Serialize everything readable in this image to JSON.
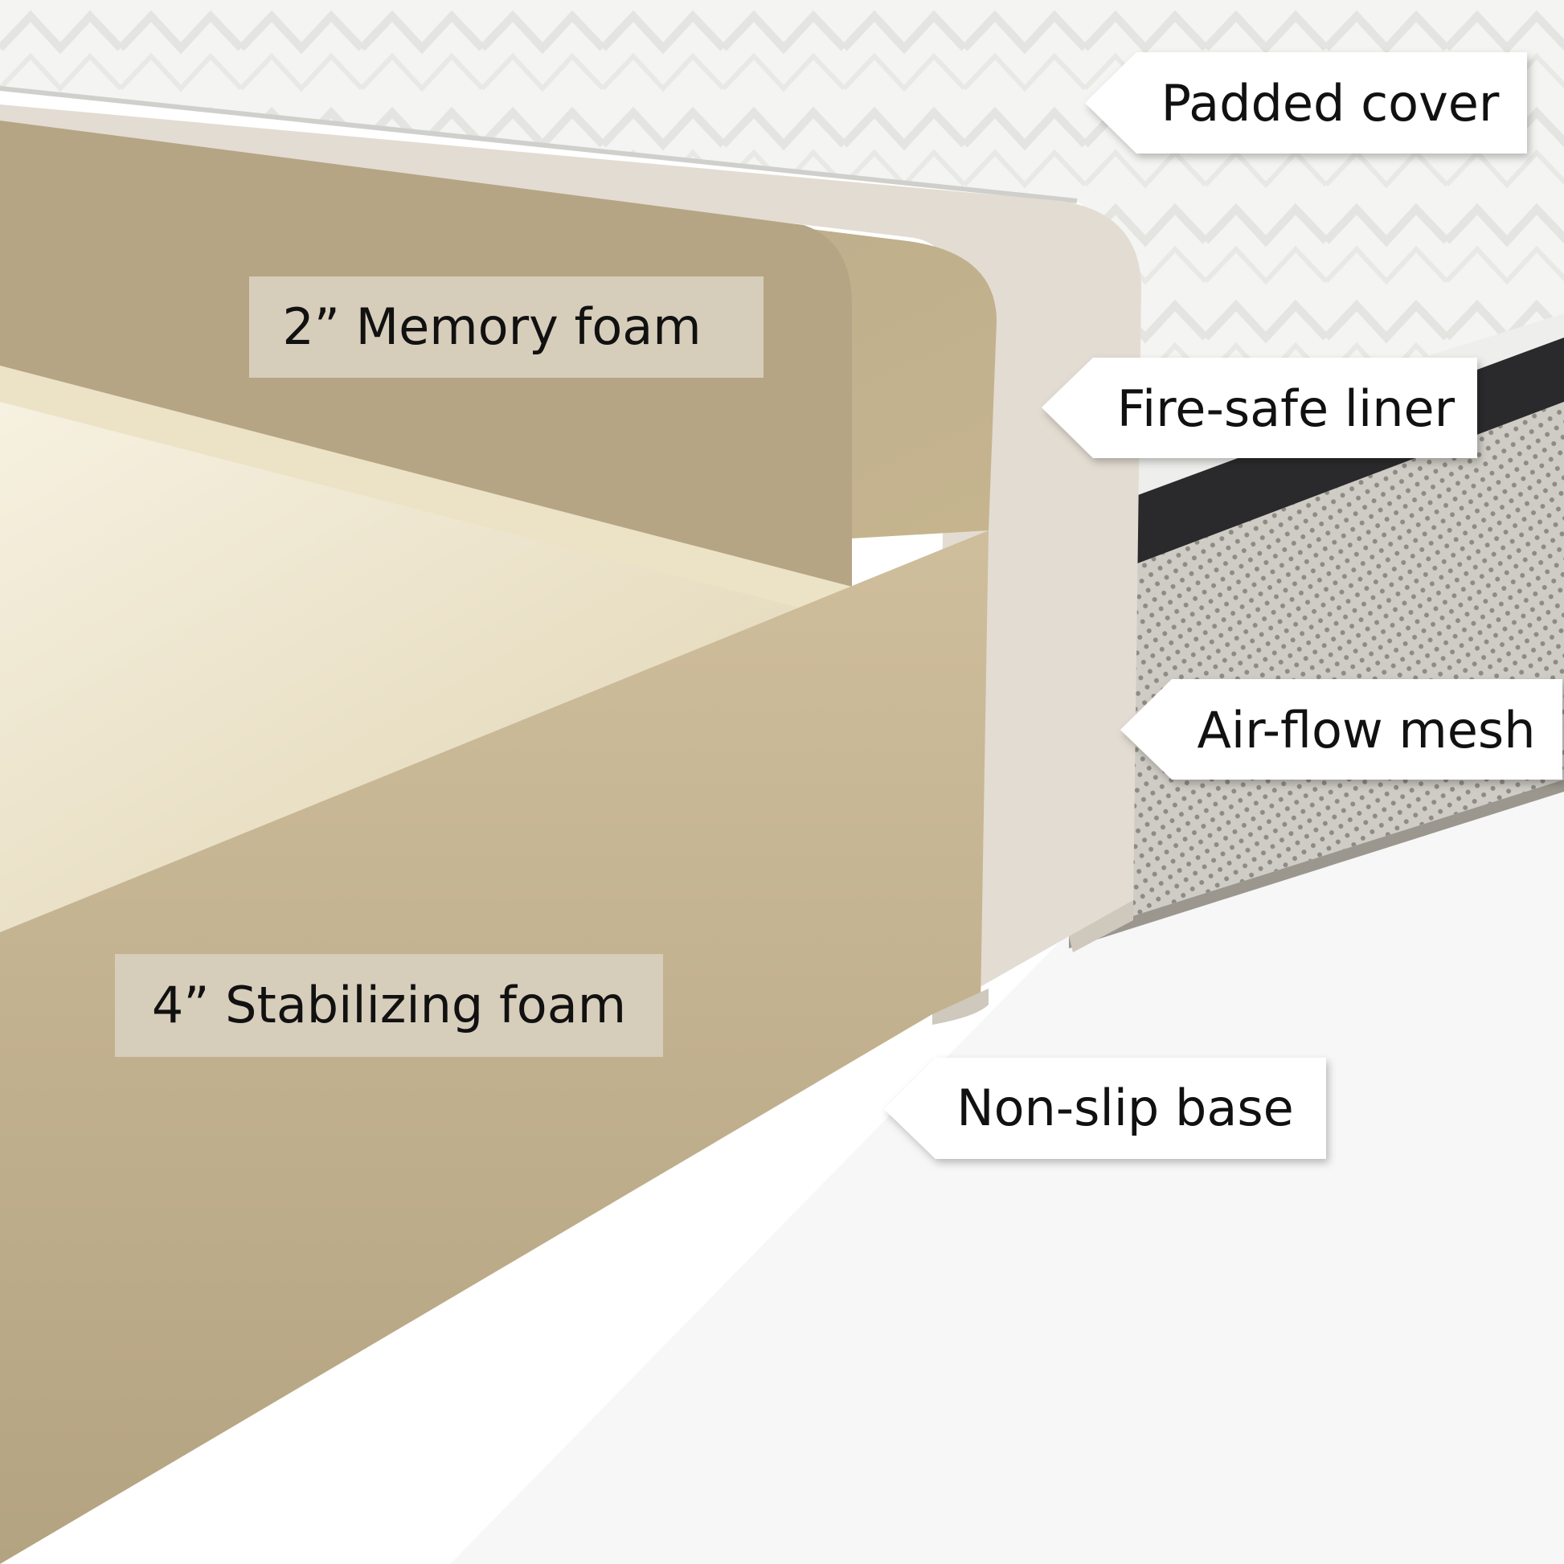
{
  "labels": {
    "padded_cover": "Padded cover",
    "fire_safe_liner": "Fire-safe liner",
    "air_flow_mesh": "Air-flow mesh",
    "non_slip_base": "Non-slip base",
    "memory_foam": "2” Memory foam",
    "stabilizing_foam": "4” Stabilizing foam"
  },
  "colors": {
    "cover": "#f3f3f1",
    "liner": "#e3dcd2",
    "memory_foam": "#b8a888",
    "stabilizing_foam": "#c9b794",
    "foam_top": "#ece2c6",
    "mesh": "#c9c6c0",
    "trim": "#2a2a2c",
    "callout_bg": "#ffffff",
    "inner_label_bg": "#d7cdbb"
  }
}
